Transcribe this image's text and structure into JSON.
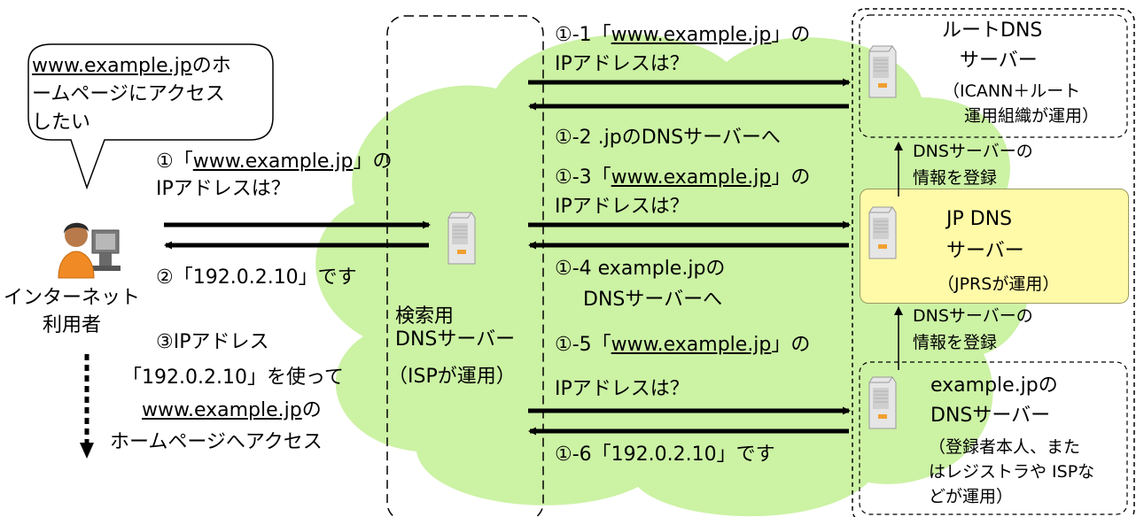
{
  "colors": {
    "cloud": "#ccf2a4",
    "jp_box_fill": "#fffaa8",
    "arrow": "#000000",
    "border": "#000000"
  },
  "icons": {
    "user": "user-at-computer-icon",
    "server": "server-tower-icon"
  },
  "bubble": {
    "line1_url": "www.example.jp",
    "line1_rest": "のホ",
    "line2": "ームページにアクセス",
    "line3": "したい"
  },
  "user": {
    "label_line1": "インターネット",
    "label_line2": "利用者"
  },
  "steps": {
    "s1": {
      "prefix": "①「",
      "url": "www.example.jp",
      "suffix": "」の",
      "line2": "IPアドレスは？"
    },
    "s2": {
      "text": "②「192.0.2.10」です"
    },
    "s3": {
      "line1": "③IPアドレス",
      "line2": "「192.0.2.10」を使って",
      "line3_url": "www.example.jp",
      "line3_rest": "の",
      "line4": "ホームページへアクセス"
    }
  },
  "resolver": {
    "label_line1": "検索用",
    "label_line2": "DNSサーバー",
    "label_line3": "（ISPが運用）"
  },
  "queries": {
    "q1_1": {
      "prefix": "①-1「",
      "url": "www.example.jp",
      "suffix": "」の",
      "line2": "IPアドレスは？"
    },
    "q1_2": {
      "text": "①-2 .jpのDNSサーバーへ"
    },
    "q1_3": {
      "prefix": "①-3「",
      "url": "www.example.jp",
      "suffix": "」の",
      "line2": "IPアドレスは？"
    },
    "q1_4": {
      "line1": "①-4 example.jpの",
      "line2": "DNSサーバーへ"
    },
    "q1_5": {
      "prefix": "①-5「",
      "url": "www.example.jp",
      "suffix": "」の",
      "line2": "IPアドレスは？"
    },
    "q1_6": {
      "text": "①-6「192.0.2.10」です"
    }
  },
  "root_server": {
    "name_line1": "ルートDNS",
    "name_line2": "サーバー",
    "note_line1": "（ICANN＋ルート",
    "note_line2": "運用組織が運用）"
  },
  "jp_server": {
    "name_line1": "JP DNS",
    "name_line2": "サーバー",
    "note": "（JPRSが運用）"
  },
  "example_server": {
    "name_line1": "example.jpの",
    "name_line2": "DNSサーバー",
    "note_line1": "（登録者本人、また",
    "note_line2": "はレジストラや ISPな",
    "note_line3": "どが運用）"
  },
  "registration": {
    "upper_line1": "DNSサーバーの",
    "upper_line2": "情報を登録",
    "lower_line1": "DNSサーバーの",
    "lower_line2": "情報を登録"
  }
}
